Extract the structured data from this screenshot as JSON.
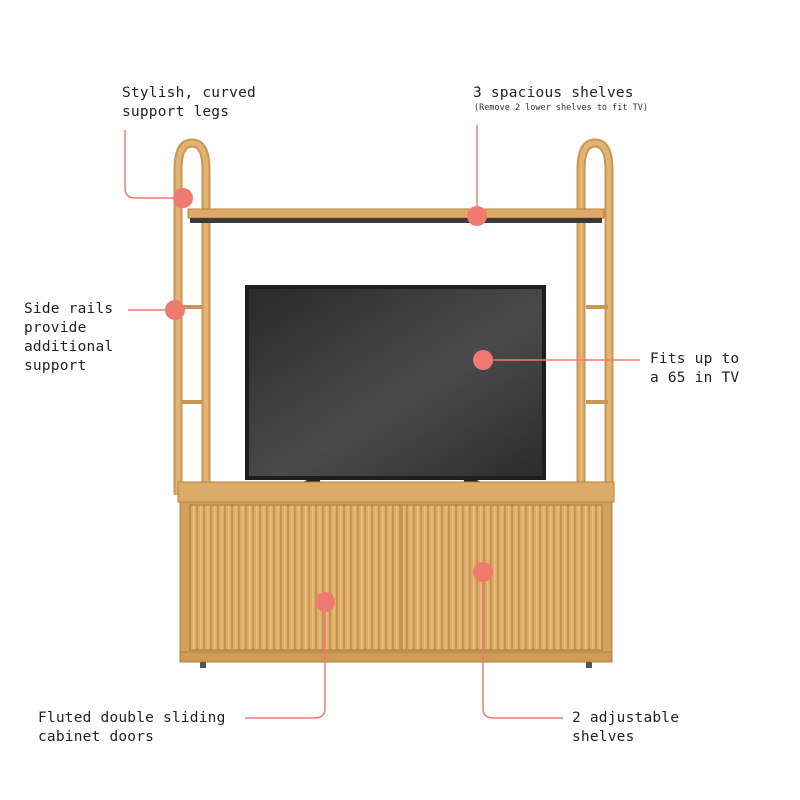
{
  "colors": {
    "callout": "#ee7a70",
    "wood": "#d9a965",
    "wood_dark": "#b9863f",
    "wood_light": "#e4b97a",
    "tv_screen": "#3a3a3a"
  },
  "callouts": {
    "legs": "Stylish, curved\nsupport legs",
    "shelves": "3 spacious shelves",
    "shelves_note": "(Remove 2 lower shelves to fit TV)",
    "rails": "Side rails\nprovide\nadditional\nsupport",
    "tv": "Fits up to\na 65 in TV",
    "doors": "Fluted double sliding\ncabinet doors",
    "adjustable": "2 adjustable\nshelves"
  }
}
